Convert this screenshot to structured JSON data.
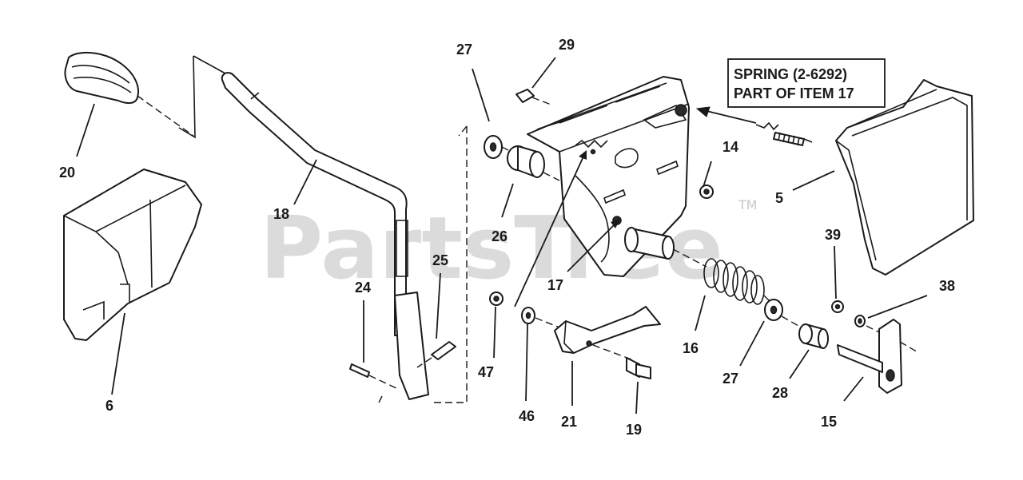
{
  "diagram": {
    "note": {
      "line1": "SPRING (2-6292)",
      "line2": "PART OF ITEM 17"
    },
    "callouts": {
      "c5": "5",
      "c6": "6",
      "c14": "14",
      "c15": "15",
      "c16": "16",
      "c17": "17",
      "c18": "18",
      "c19": "19",
      "c20": "20",
      "c21": "21",
      "c24": "24",
      "c25": "25",
      "c26": "26",
      "c27a": "27",
      "c27b": "27",
      "c28": "28",
      "c29": "29",
      "c38": "38",
      "c39": "39",
      "c46": "46",
      "c47": "47"
    },
    "watermark": {
      "brand": "PartsTree",
      "tm": "TM"
    }
  }
}
